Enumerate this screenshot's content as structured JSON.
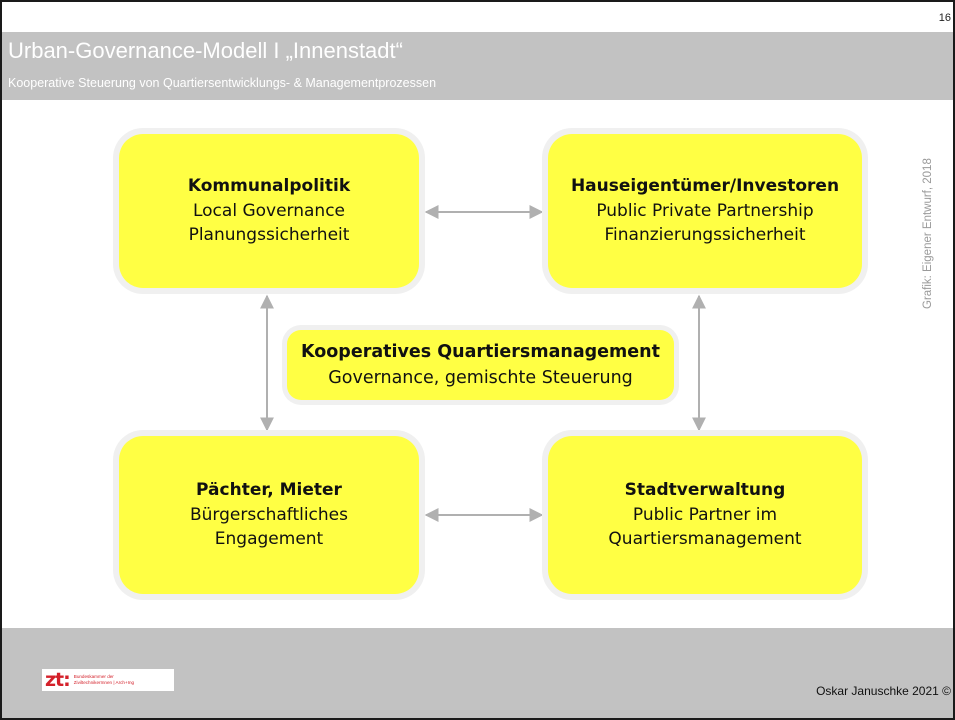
{
  "page_number": "16",
  "header": {
    "title": "Urban-Governance-Modell  I  „Innenstadt“",
    "subtitle": "Kooperative Steuerung von Quartiersentwicklungs- & Managementprozessen"
  },
  "credit": "Grafik: Eigener Entwurf, 2018",
  "boxes": {
    "top_left": {
      "title": "Kommunalpolitik",
      "line1": "Local Governance",
      "line2": "Planungssicherheit"
    },
    "top_right": {
      "title": "Hauseigentümer/Investoren",
      "line1": "Public Private Partnership",
      "line2": "Finanzierungssicherheit"
    },
    "center": {
      "title": "Kooperatives Quartiersmanagement",
      "line1": "Governance, gemischte Steuerung"
    },
    "bottom_left": {
      "title": "Pächter, Mieter",
      "line1": "Bürgerschaftliches",
      "line2": "Engagement"
    },
    "bottom_right": {
      "title": "Stadtverwaltung",
      "line1": "Public Partner im",
      "line2": "Quartiersmanagement"
    }
  },
  "footer": {
    "logo_mark": "zt:",
    "logo_line1": "Bundeskammer der",
    "logo_line2": "ZiviltechnikerInnen | Arch+Ing",
    "author": "Oskar Januschke 2021 ©"
  },
  "colors": {
    "box_fill": "#ffff44",
    "header_bar": "#c2c2c2",
    "arrow": "#b0b0b0",
    "logo_red": "#d4202a"
  }
}
